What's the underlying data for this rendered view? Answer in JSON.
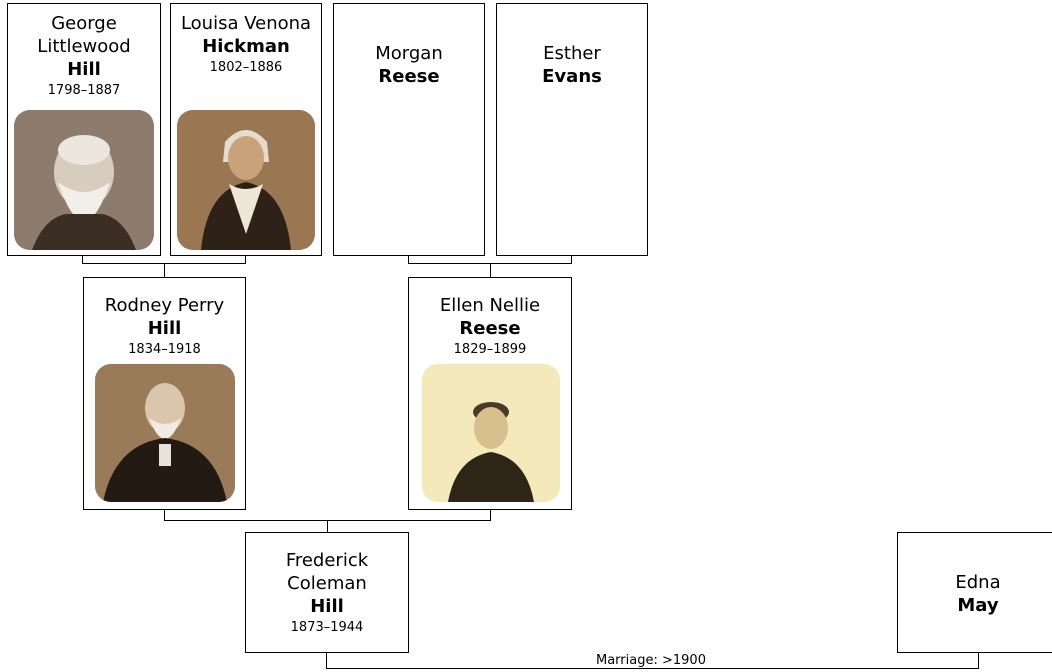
{
  "people": {
    "george": {
      "given": "George Littlewood",
      "surname": "Hill",
      "years": "1798–1887"
    },
    "louisa": {
      "given": "Louisa Venona",
      "surname": "Hickman",
      "years": "1802–1886"
    },
    "morgan": {
      "given": "Morgan",
      "surname": "Reese"
    },
    "esther": {
      "given": "Esther",
      "surname": "Evans"
    },
    "rodney": {
      "given": "Rodney Perry",
      "surname": "Hill",
      "years": "1834–1918"
    },
    "ellen": {
      "given": "Ellen Nellie",
      "surname": "Reese",
      "years": "1829–1899"
    },
    "frederick": {
      "given": "Frederick Coleman",
      "surname": "Hill",
      "years": "1873–1944"
    },
    "edna": {
      "given": "Edna",
      "surname": "May"
    }
  },
  "marriage_label": "Marriage: >1900",
  "colors": {
    "line": "#000000",
    "photo_sepia": "#8a6a4a",
    "photo_light": "#efe2a8"
  }
}
